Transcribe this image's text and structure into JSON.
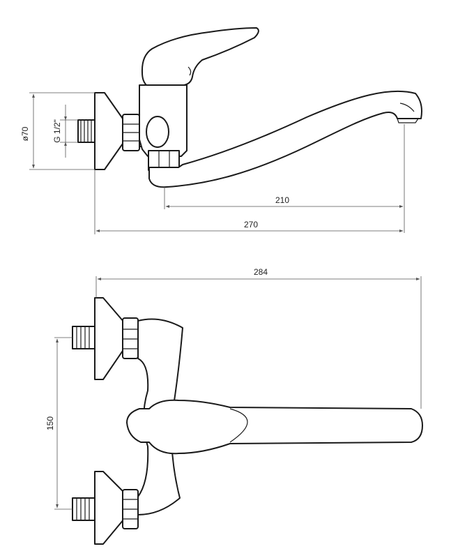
{
  "side_view": {
    "diameter_label": "ø70",
    "thread_label": "G 1/2\"",
    "spout_reach_label": "210",
    "overall_reach_label": "270"
  },
  "top_view": {
    "overall_length_label": "284",
    "inlet_spacing_label": "150"
  },
  "colors": {
    "line": "#1a1a1a",
    "dimension": "#555555",
    "background": "#ffffff"
  }
}
